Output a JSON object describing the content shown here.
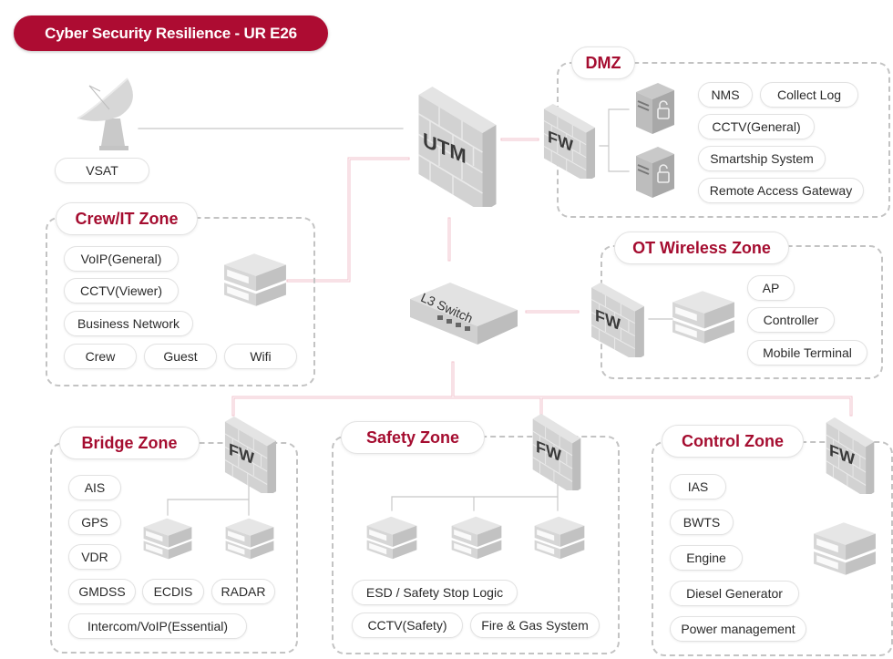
{
  "title": "Cyber Security Resilience - UR E26",
  "colors": {
    "accent": "#ad0c32",
    "zone_title": "#a50d30",
    "link_pink": "#f3c6cf",
    "device_gray": "#cfcfcf"
  },
  "vsat": {
    "label": "VSAT",
    "icon": "satellite-dish-icon"
  },
  "core": {
    "utm_label": "UTM",
    "switch_label": "L3 Switch",
    "fw_label": "FW"
  },
  "dmz": {
    "title": "DMZ",
    "items": [
      "NMS",
      "Collect Log",
      "CCTV(General)",
      "Smartship System",
      "Remote Access Gateway"
    ]
  },
  "crew_it": {
    "title": "Crew/IT Zone",
    "items": [
      "VoIP(General)",
      "CCTV(Viewer)",
      "Business Network",
      "Crew",
      "Guest",
      "Wifi"
    ]
  },
  "ot_wireless": {
    "title": "OT Wireless Zone",
    "items": [
      "AP",
      "Controller",
      "Mobile Terminal"
    ]
  },
  "bridge": {
    "title": "Bridge Zone",
    "items": [
      "AIS",
      "GPS",
      "VDR",
      "GMDSS",
      "ECDIS",
      "RADAR",
      "Intercom/VoIP(Essential)"
    ]
  },
  "safety": {
    "title": "Safety Zone",
    "items": [
      "ESD / Safety Stop Logic",
      "CCTV(Safety)",
      "Fire & Gas System"
    ]
  },
  "control": {
    "title": "Control Zone",
    "items": [
      "IAS",
      "BWTS",
      "Engine",
      "Diesel Generator",
      "Power management"
    ]
  }
}
